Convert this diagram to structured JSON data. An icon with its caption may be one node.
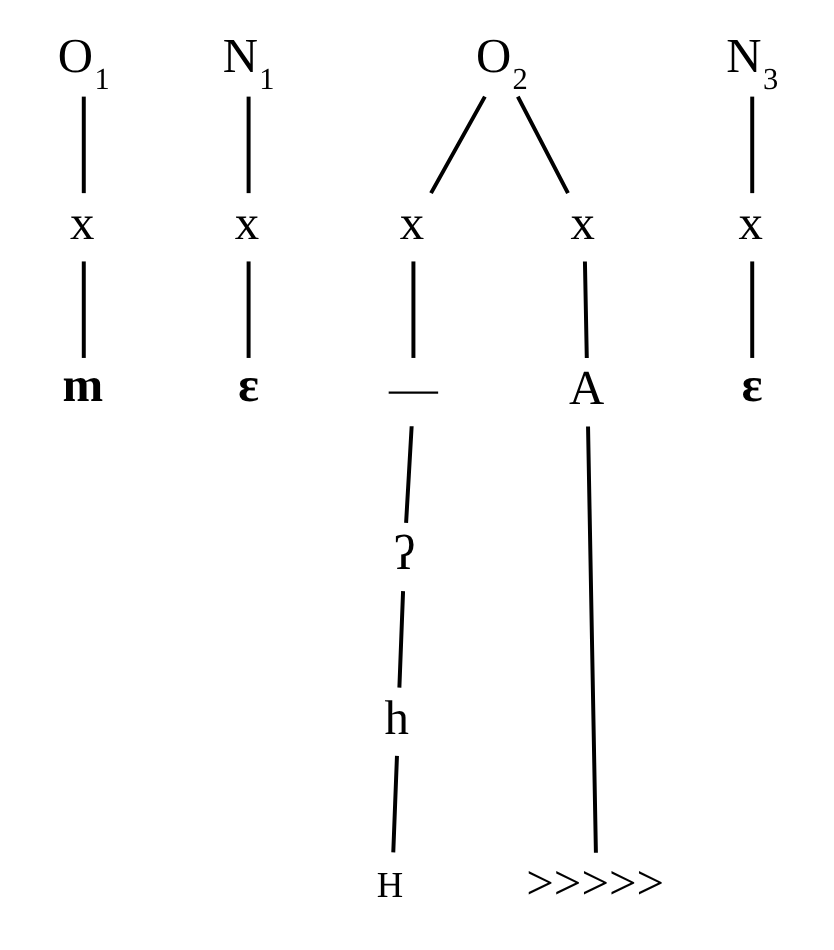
{
  "diagram": {
    "nodes": [
      {
        "text": [
          "O$_{1}$"
        ]
      },
      {
        "text": [
          "N$_{1}$"
        ]
      },
      {
        "text": [
          "O$_{2}$"
        ]
      },
      {
        "text": [
          "N$_{3}$"
        ]
      },
      {
        "text": [
          "x"
        ]
      },
      {
        "text": [
          "x"
        ]
      },
      {
        "text": [
          "x"
        ]
      },
      {
        "text": [
          "x"
        ]
      },
      {
        "text": [
          "x"
        ]
      },
      {
        "text": [
          "m"
        ]
      },
      {
        "text": [
          "ɛ"
        ]
      },
      {
        "text": [
          "—"
        ]
      },
      {
        "text": [
          "A"
        ]
      },
      {
        "text": [
          "ɛ"
        ]
      },
      {
        "text": [
          "ʔ"
        ]
      },
      {
        "text": [
          "h"
        ]
      },
      {
        "text": [
          "H"
        ]
      },
      {
        "text": [
          ">>>>>"
        ]
      }
    ],
    "edges": [
      {
        "from": 0,
        "to": 4,
        "arrow": "none"
      },
      {
        "from": 1,
        "to": 5,
        "arrow": "none"
      },
      {
        "from": 2,
        "to": 6,
        "arrow": "none"
      },
      {
        "from": 2,
        "to": 7,
        "arrow": "none"
      },
      {
        "from": 3,
        "to": 8,
        "arrow": "none"
      },
      {
        "from": 4,
        "to": 9,
        "arrow": "none"
      },
      {
        "from": 5,
        "to": 10,
        "arrow": "none"
      },
      {
        "from": 6,
        "to": 11,
        "arrow": "none"
      },
      {
        "from": 7,
        "to": 12,
        "arrow": "none"
      },
      {
        "from": 8,
        "to": 13,
        "arrow": "none"
      },
      {
        "from": 11,
        "to": 14,
        "arrow": "none"
      },
      {
        "from": 14,
        "to": 15,
        "arrow": "none"
      },
      {
        "from": 15,
        "to": 16,
        "arrow": "none"
      },
      {
        "from": 12,
        "to": 17,
        "arrow": "none"
      }
    ]
  }
}
